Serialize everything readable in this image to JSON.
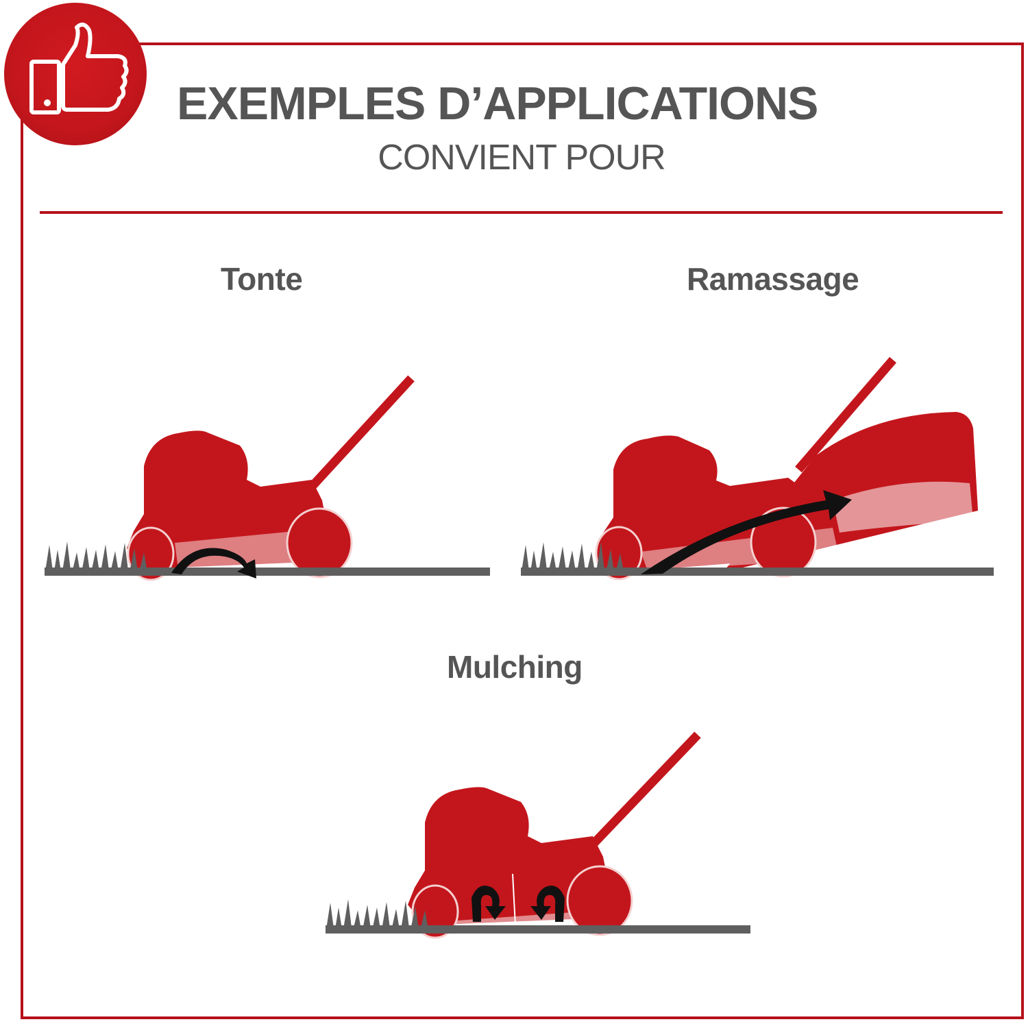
{
  "header": {
    "badge_icon": "thumbs-up-icon",
    "title": "EXEMPLES D’APPLICATIONS",
    "subtitle": "CONVIENT POUR"
  },
  "applications": [
    {
      "label": "Tonte",
      "illustration": "lawnmower-cutting-illustration",
      "arrow": "curved-back-arrow"
    },
    {
      "label": "Ramassage",
      "illustration": "lawnmower-collecting-illustration",
      "arrow": "curved-up-arrow"
    },
    {
      "label": "Mulching",
      "illustration": "lawnmower-mulching-illustration",
      "arrow": "double-circular-arrows"
    }
  ],
  "colors": {
    "brand_red": "#c3161c",
    "frame_red": "#b5121b",
    "text_gray": "#555555",
    "grass_gray": "#5f5f5f"
  }
}
